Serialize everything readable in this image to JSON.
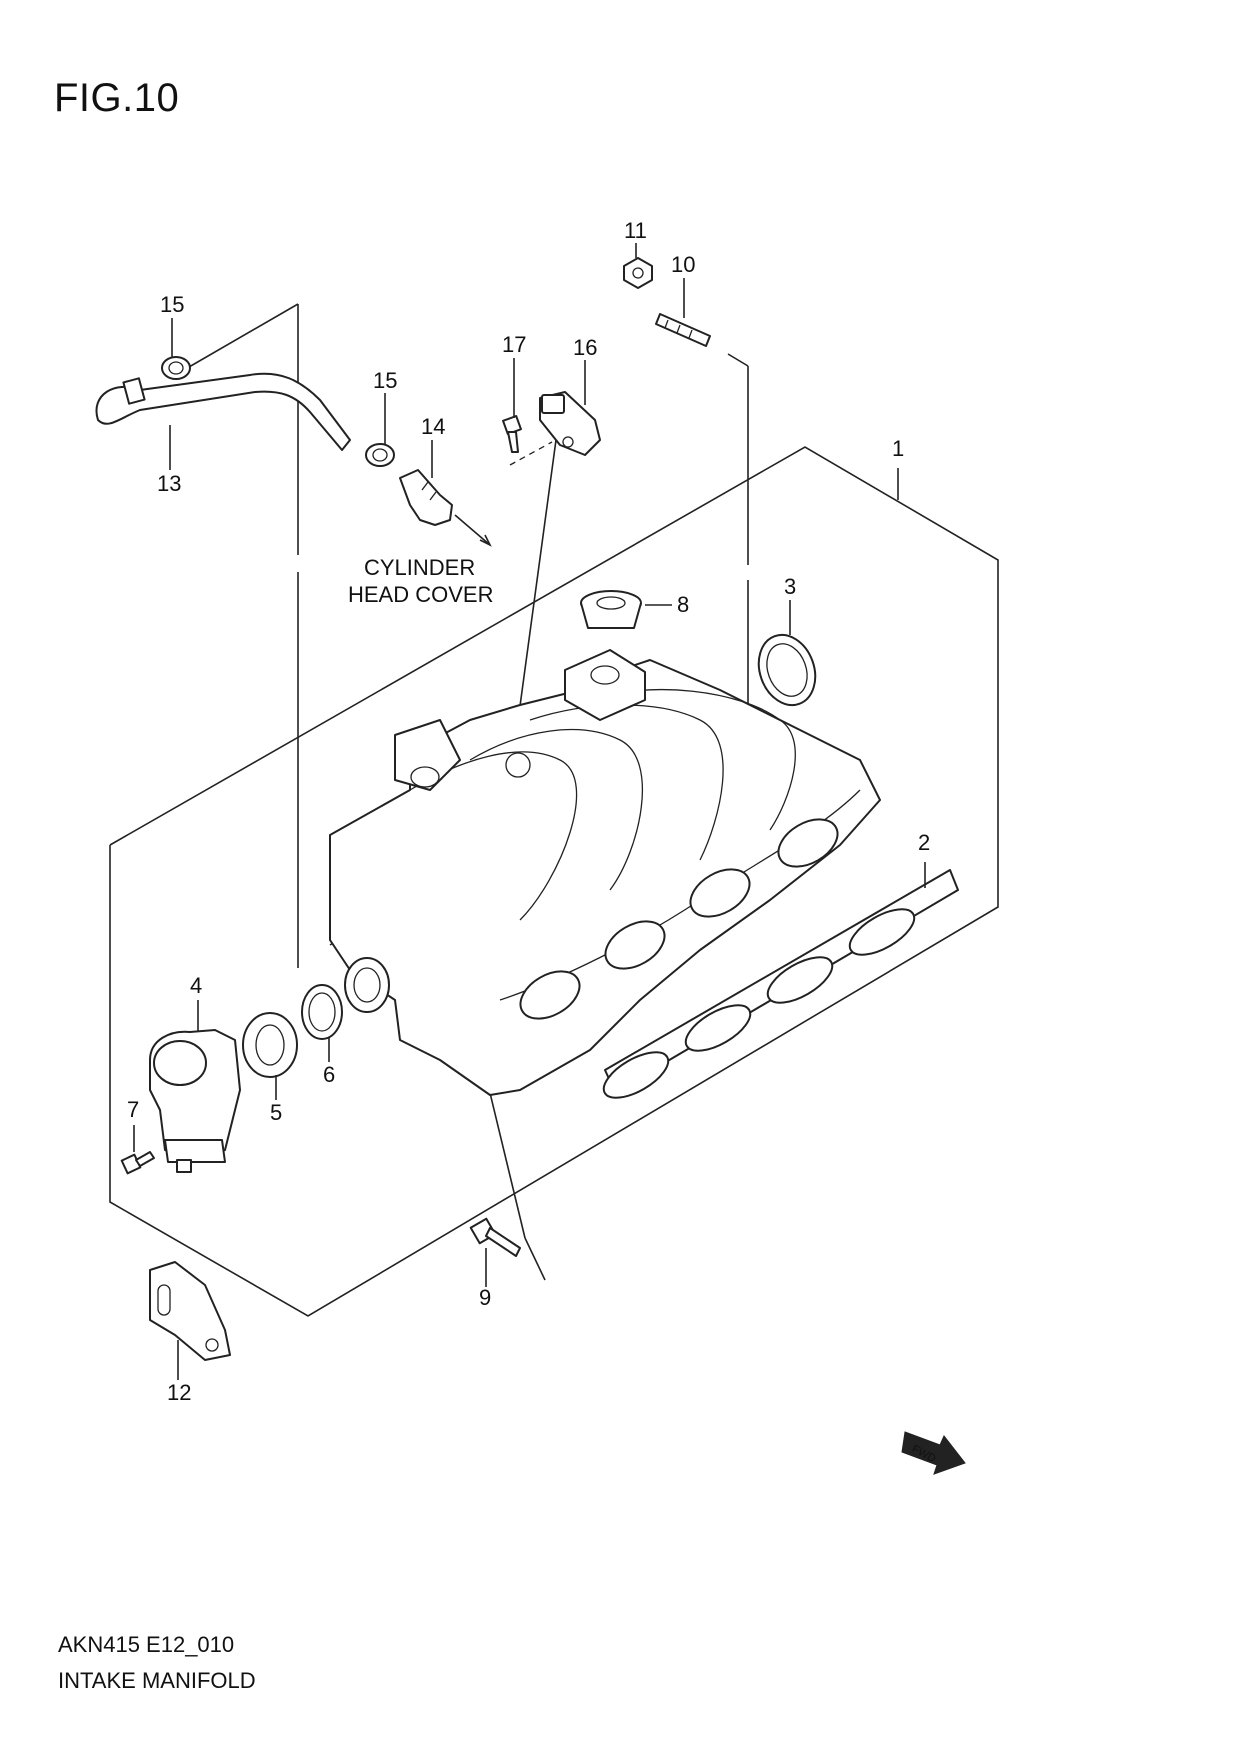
{
  "figure": {
    "title": "FIG.10",
    "diagram_code": "AKN415 E12_010",
    "diagram_name": "INTAKE MANIFOLD"
  },
  "callouts": [
    "1",
    "2",
    "3",
    "4",
    "5",
    "6",
    "7",
    "8",
    "9",
    "10",
    "11",
    "12",
    "13",
    "14",
    "15",
    "15",
    "16",
    "17"
  ],
  "notes": {
    "cylinder_line1": "CYLINDER",
    "cylinder_line2": "HEAD COVER",
    "fwd": "FWD"
  },
  "colors": {
    "ink": "#222222",
    "paper": "#ffffff"
  }
}
